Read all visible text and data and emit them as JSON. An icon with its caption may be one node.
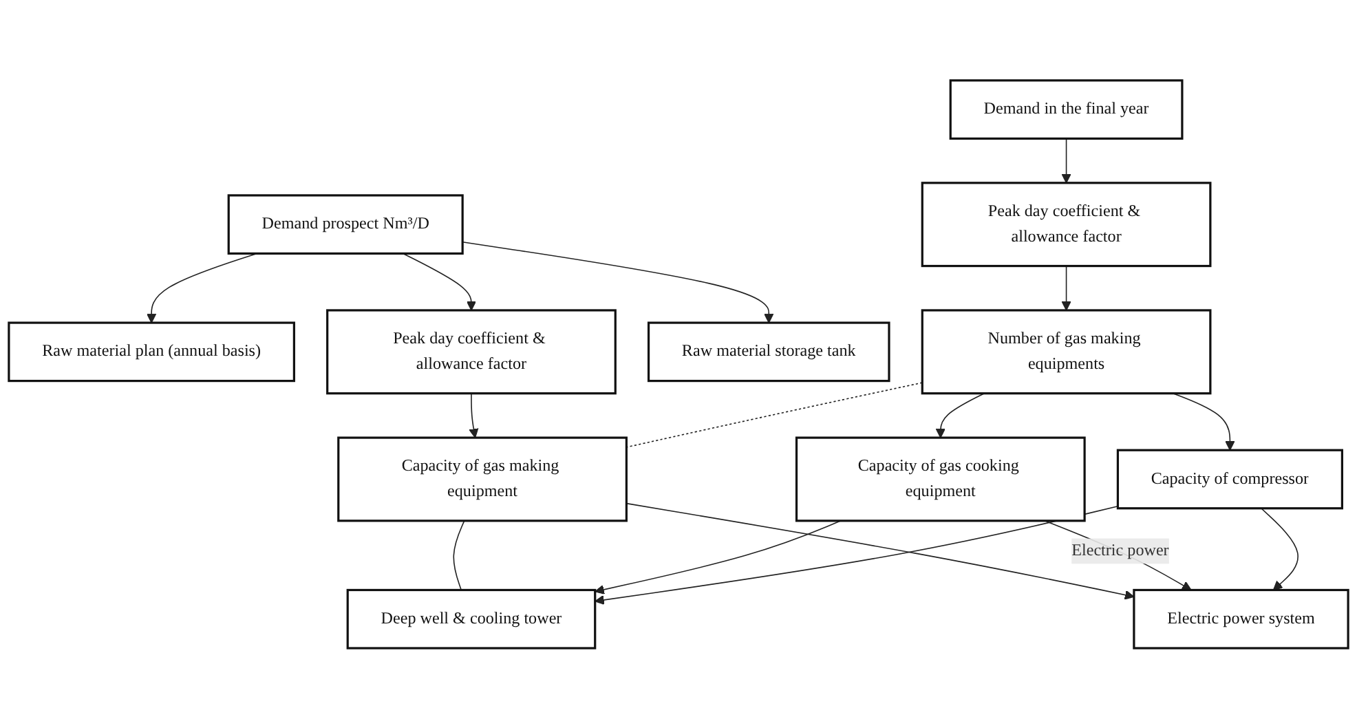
{
  "diagram": {
    "nodes": [
      {
        "text": [
          "Demand in the final year"
        ]
      },
      {
        "text": [
          "Demand prospect Nm³/D"
        ]
      },
      {
        "text": [
          "Raw material plan (annual basis)"
        ]
      },
      {
        "text": [
          "Peak day coefficient & allowance factor"
        ]
      },
      {
        "text": [
          "Peak day coefficient & allowance factor"
        ]
      },
      {
        "text": [
          "Raw material storage tank"
        ]
      },
      {
        "text": [
          "Number of gas making equipments"
        ]
      },
      {
        "text": [
          "Capacity of gas making equipment"
        ]
      },
      {
        "text": [
          "Deep well & cooling tower"
        ]
      },
      {
        "text": [
          "Capacity of gas cooking equipment"
        ]
      },
      {
        "text": [
          "Capacity of compressor"
        ]
      },
      {
        "text": [
          "Electric power system"
        ]
      }
    ],
    "edges": [
      {
        "from": 0,
        "to": 3,
        "arrow": "to"
      },
      {
        "from": 3,
        "to": 6,
        "arrow": "to"
      },
      {
        "from": 1,
        "to": 4,
        "arrow": "to"
      },
      {
        "from": 1,
        "to": 2,
        "arrow": "to"
      },
      {
        "from": 1,
        "to": 5,
        "arrow": "to"
      },
      {
        "from": 4,
        "to": 7,
        "arrow": "to"
      },
      {
        "from": 6,
        "to": 7,
        "arrow": "none",
        "style": "dashed"
      },
      {
        "from": 7,
        "to": 8,
        "arrow": "none"
      },
      {
        "from": 6,
        "to": 9,
        "arrow": "to"
      },
      {
        "from": 6,
        "to": 10,
        "arrow": "to"
      },
      {
        "from": 9,
        "to": 8,
        "arrow": "to"
      },
      {
        "from": 10,
        "to": 8,
        "arrow": "to"
      },
      {
        "from": 7,
        "to": 11,
        "arrow": "to"
      },
      {
        "from": 9,
        "to": 11,
        "arrow": "to",
        "label": "Electric power"
      },
      {
        "from": 10,
        "to": 11,
        "arrow": "to"
      }
    ]
  }
}
